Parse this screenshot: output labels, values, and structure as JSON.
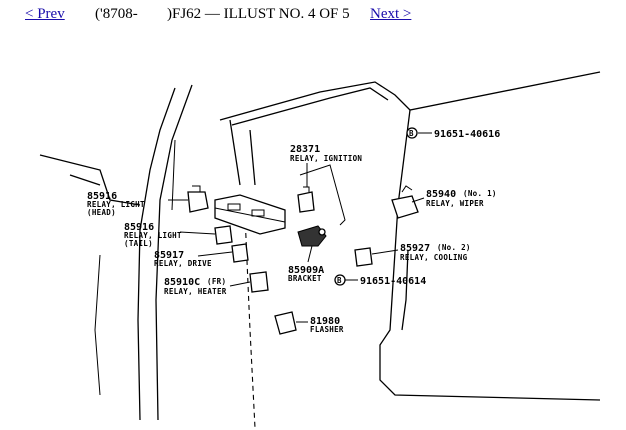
{
  "nav": {
    "prev_label": "< Prev",
    "model_range": "('8708-      ",
    "title": ")FJ62 — ILLUST NO. 4 OF 5",
    "next_label": "Next >"
  },
  "callouts": {
    "c1": {
      "pn": "28371",
      "d1": "RELAY, IGNITION"
    },
    "c2": {
      "pn": "91651-40616"
    },
    "c3": {
      "pn": "85916",
      "d1": "RELAY, LIGHT",
      "d2": "(HEAD)"
    },
    "c4": {
      "pn": "85940",
      "sub": "(No. 1)",
      "d1": "RELAY, WIPER"
    },
    "c5": {
      "pn": "85916",
      "d1": "RELAY, LIGHT",
      "d2": "(TAIL)"
    },
    "c6": {
      "pn": "85917",
      "d1": "RELAY, DRIVE"
    },
    "c7": {
      "pn": "85927",
      "sub": "(No. 2)",
      "d1": "RELAY, COOLING"
    },
    "c8": {
      "pn": "85909A",
      "d1": "BRACKET"
    },
    "c9": {
      "pn": "91651-40614"
    },
    "c10": {
      "pn": "85910C",
      "sub": "(FR)",
      "d1": "RELAY, HEATER"
    },
    "c11": {
      "pn": "81980",
      "d1": "FLASHER"
    }
  }
}
